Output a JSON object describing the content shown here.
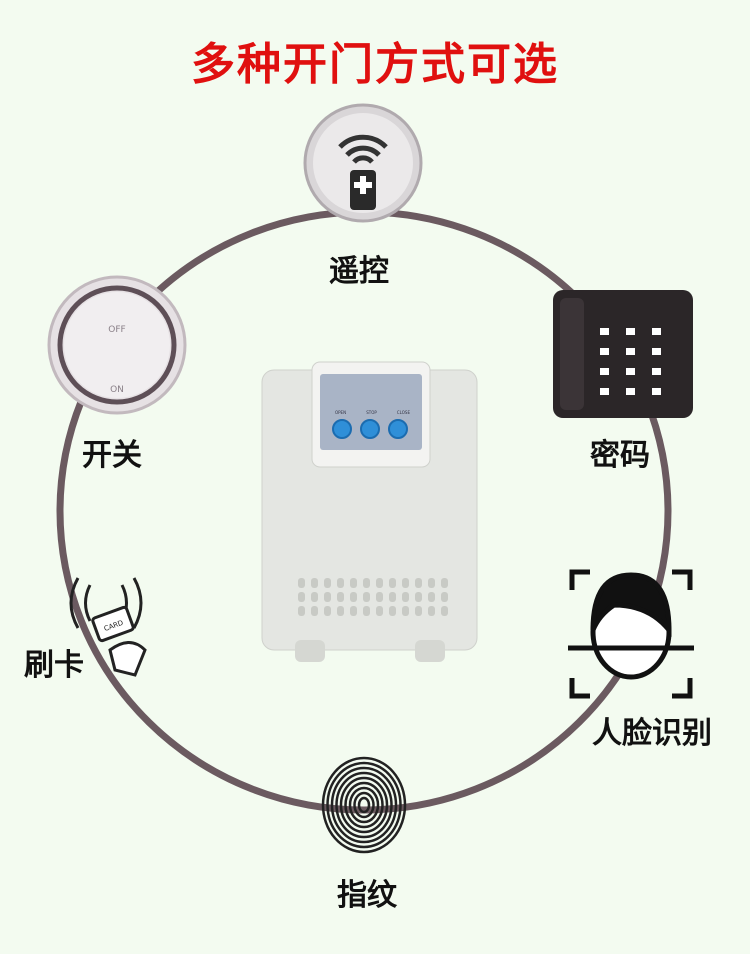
{
  "title": "多种开门方式可选",
  "methods": {
    "remote": "遥控",
    "switch": "开关",
    "password": "密码",
    "card": "刷卡",
    "face": "人脸识别",
    "fingerprint": "指纹"
  },
  "switch_icon": {
    "off": "OFF",
    "on": "ON"
  },
  "card_icon": {
    "text": "CARD"
  },
  "device": {
    "buttons": [
      "OPEN",
      "STOP",
      "CLOSE"
    ]
  },
  "colors": {
    "title": "#e0100f",
    "ring": "#6b5a60",
    "background": "#f3fbf0",
    "button": "#2f8fd8"
  }
}
